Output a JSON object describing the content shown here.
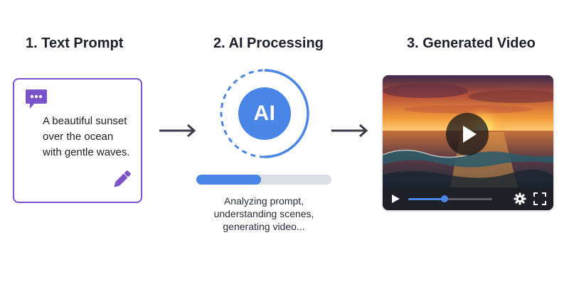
{
  "steps": {
    "prompt": {
      "title": "1. Text Prompt",
      "text": "A beautiful sunset over the ocean with gentle waves.",
      "chat_icon": "chat-bubble-icon",
      "edit_icon": "pencil-icon"
    },
    "processing": {
      "title": "2. AI Processing",
      "badge_label": "AI",
      "progress": 0.48,
      "status_text": "Analyzing prompt, understanding scenes, generating video..."
    },
    "video": {
      "title": "3. Generated Video",
      "playback_position": 0.43,
      "controls": [
        "play-icon",
        "seek-bar",
        "gear-icon",
        "fullscreen-icon"
      ]
    }
  },
  "colors": {
    "accent_purple": "#7b52c9",
    "accent_blue": "#4a86e8",
    "arrow": "#3a3d47",
    "title": "#1d1f2b"
  }
}
